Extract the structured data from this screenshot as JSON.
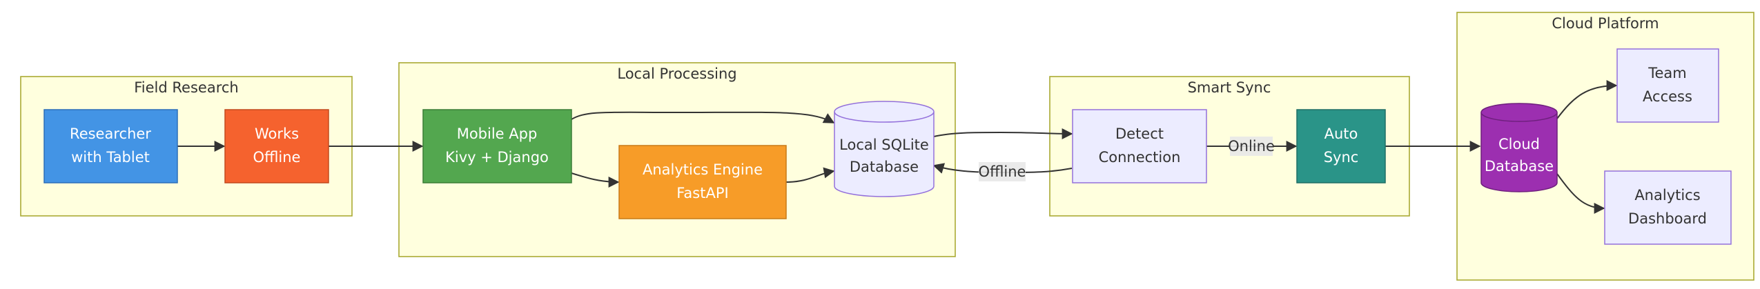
{
  "clusters": {
    "field": "Field Research",
    "local": "Local Processing",
    "sync": "Smart Sync",
    "cloud": "Cloud Platform"
  },
  "nodes": {
    "researcher": {
      "line1": "Researcher",
      "line2": "with Tablet",
      "fill": "#4394e5",
      "text": "#ffffff"
    },
    "offline": {
      "line1": "Works",
      "line2": "Offline",
      "fill": "#f5622e",
      "text": "#ffffff"
    },
    "mobile": {
      "line1": "Mobile App",
      "line2": "Kivy + Django",
      "fill": "#53a74f",
      "text": "#ffffff"
    },
    "analytics": {
      "line1": "Analytics Engine",
      "line2": "FastAPI",
      "fill": "#f79c28",
      "text": "#ffffff"
    },
    "sqlite": {
      "line1": "Local SQLite",
      "line2": "Database",
      "fill": "#ececff",
      "text": "#333333"
    },
    "detect": {
      "line1": "Detect",
      "line2": "Connection",
      "fill": "#ececff",
      "text": "#333333"
    },
    "autosync": {
      "line1": "Auto",
      "line2": "Sync",
      "fill": "#2a9488",
      "text": "#ffffff"
    },
    "clouddb": {
      "line1": "Cloud",
      "line2": "Database",
      "fill": "#9c2fb0",
      "text": "#ffffff"
    },
    "team": {
      "line1": "Team",
      "line2": "Access",
      "fill": "#ececff",
      "text": "#333333"
    },
    "dashboard": {
      "line1": "Analytics",
      "line2": "Dashboard",
      "fill": "#ececff",
      "text": "#333333"
    }
  },
  "edge_labels": {
    "online": "Online",
    "offline": "Offline"
  }
}
